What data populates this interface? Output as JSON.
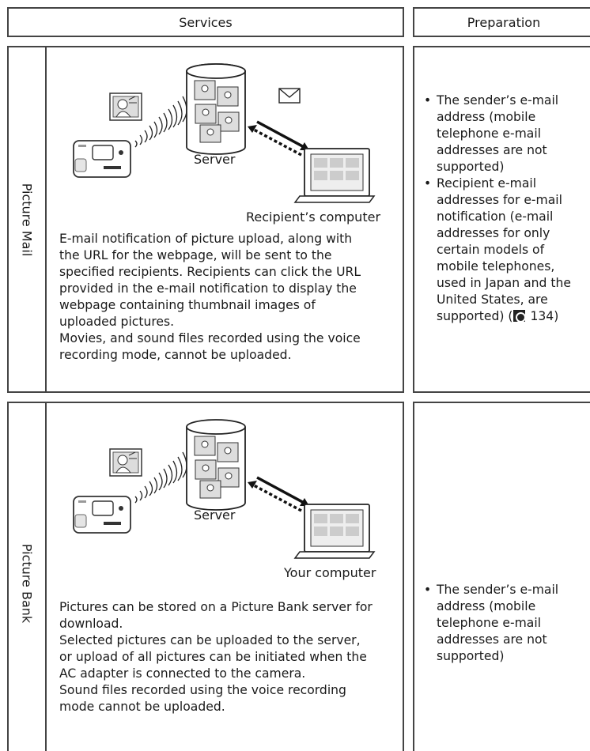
{
  "header": {
    "services": "Services",
    "preparation": "Preparation"
  },
  "picture_mail": {
    "label": "Picture Mail",
    "server_label": "Server",
    "computer_label": "Recipient’s computer",
    "description": [
      "E-mail notification of picture upload, along with",
      "the URL for the webpage, will be sent to the",
      "specified recipients. Recipients can click the URL",
      "provided in the e-mail notification to display the",
      "webpage containing thumbnail images of",
      "uploaded pictures.",
      "Movies, and sound files recorded using the voice",
      "recording mode, cannot be uploaded."
    ],
    "preparation": [
      [
        "The sender’s e-mail",
        "address (mobile",
        "telephone e-mail",
        "addresses are not",
        "supported)"
      ],
      [
        "Recipient e-mail",
        "addresses for e-mail",
        "notification (e-mail",
        "addresses for only",
        "certain models of",
        "mobile telephones,",
        "used in Japan and the",
        "United States, are"
      ],
      "supported) (",
      "134)"
    ]
  },
  "picture_bank": {
    "label": "Picture Bank",
    "server_label": "Server",
    "computer_label": "Your computer",
    "description": [
      "Pictures can be stored on a Picture Bank server for",
      "download.",
      "Selected pictures can be uploaded to the server,",
      "or upload of all pictures can be initiated when the",
      "AC adapter is connected to the camera.",
      "Sound files recorded using the voice recording",
      "mode cannot be uploaded."
    ],
    "preparation": [
      "The sender’s e-mail",
      "address (mobile",
      "telephone e-mail",
      "addresses are not",
      "supported)"
    ]
  }
}
